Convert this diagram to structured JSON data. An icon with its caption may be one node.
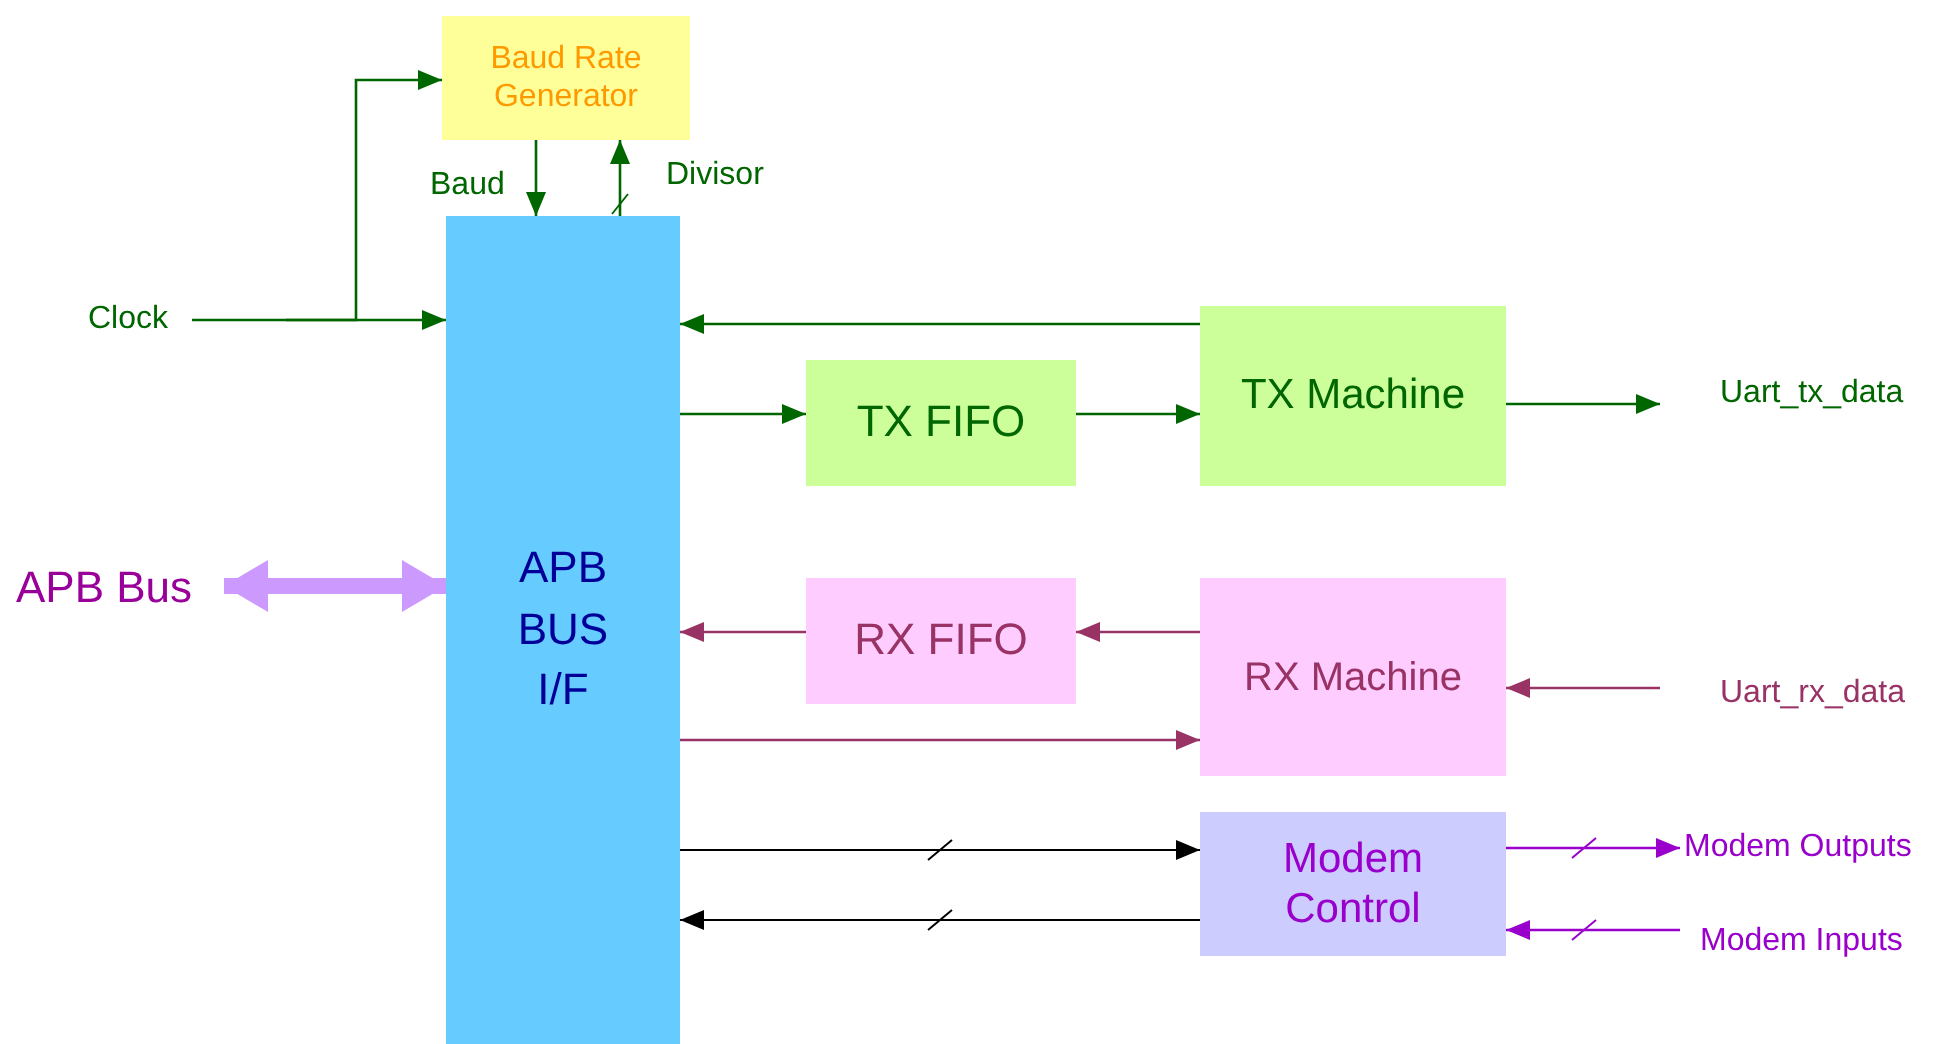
{
  "diagram": {
    "nodes": [
      {
        "text": [
          "Baud Rate Generator"
        ]
      },
      {
        "text": [
          "APB BUS I/F"
        ]
      },
      {
        "text": [
          "TX FIFO"
        ]
      },
      {
        "text": [
          "TX Machine"
        ]
      },
      {
        "text": [
          "RX FIFO"
        ]
      },
      {
        "text": [
          "RX Machine"
        ]
      },
      {
        "text": [
          "Modem Control"
        ]
      },
      {
        "text": [
          "Clock"
        ]
      },
      {
        "text": [
          "APB Bus"
        ]
      },
      {
        "text": [
          "Uart_tx_data"
        ]
      },
      {
        "text": [
          "Uart_rx_data"
        ]
      },
      {
        "text": [
          "Modem Outputs"
        ]
      },
      {
        "text": [
          "Modem Inputs"
        ]
      }
    ],
    "edges": [
      {
        "from": 7,
        "to": 1,
        "arrow": "to"
      },
      {
        "from": 7,
        "to": 0,
        "arrow": "to"
      },
      {
        "from": 0,
        "to": 1,
        "arrow": "to",
        "label": "Baud"
      },
      {
        "from": 1,
        "to": 0,
        "arrow": "to",
        "label": "Divisor"
      },
      {
        "from": 8,
        "to": 1,
        "arrow": "both",
        "style": "thick",
        "color": "#cc99ff"
      },
      {
        "from": 3,
        "to": 1,
        "arrow": "to"
      },
      {
        "from": 1,
        "to": 2,
        "arrow": "to"
      },
      {
        "from": 2,
        "to": 3,
        "arrow": "to"
      },
      {
        "from": 3,
        "to": 9,
        "arrow": "to"
      },
      {
        "from": 4,
        "to": 1,
        "arrow": "to",
        "color": "#993366"
      },
      {
        "from": 5,
        "to": 4,
        "arrow": "to",
        "color": "#993366"
      },
      {
        "from": 1,
        "to": 5,
        "arrow": "to",
        "color": "#993366"
      },
      {
        "from": 10,
        "to": 5,
        "arrow": "to",
        "color": "#993366"
      },
      {
        "from": 1,
        "to": 6,
        "arrow": "to",
        "color": "#000000"
      },
      {
        "from": 6,
        "to": 1,
        "arrow": "to",
        "color": "#000000"
      },
      {
        "from": 6,
        "to": 11,
        "arrow": "to",
        "color": "#9900cc"
      },
      {
        "from": 12,
        "to": 6,
        "arrow": "to",
        "color": "#9900cc"
      }
    ]
  }
}
